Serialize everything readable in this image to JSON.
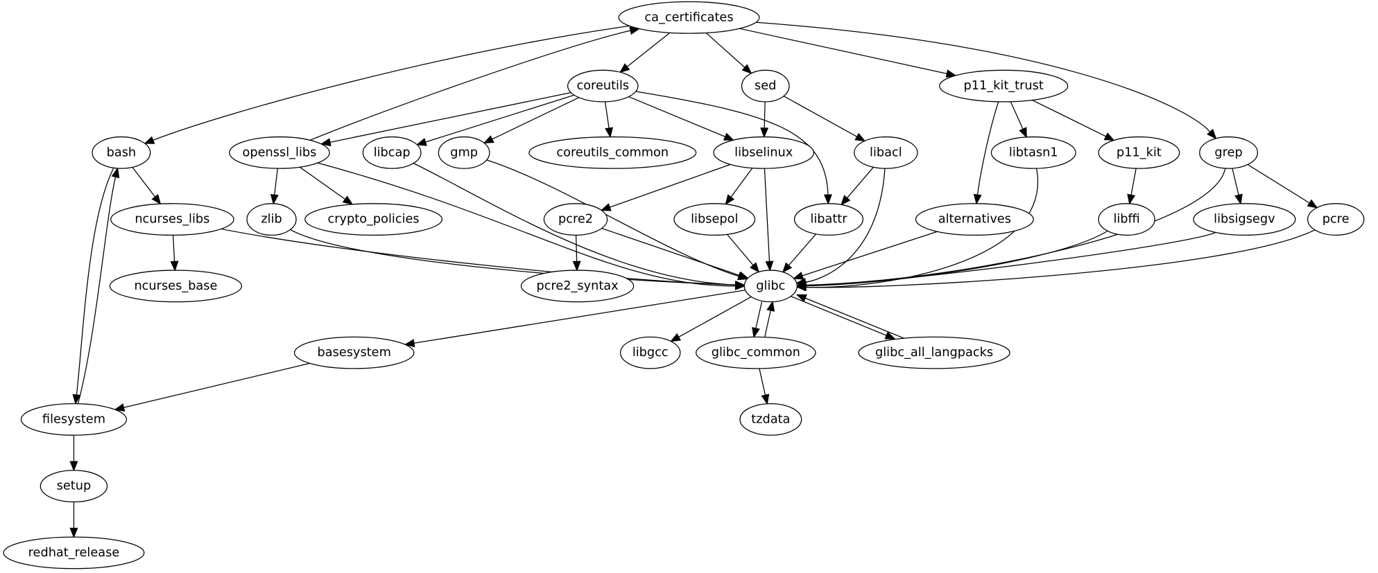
{
  "title": "Package dependency graph",
  "nodes": [
    {
      "id": "ca_certificates",
      "label": "ca_certificates"
    },
    {
      "id": "coreutils",
      "label": "coreutils"
    },
    {
      "id": "sed",
      "label": "sed"
    },
    {
      "id": "p11_kit_trust",
      "label": "p11_kit_trust"
    },
    {
      "id": "bash",
      "label": "bash"
    },
    {
      "id": "openssl_libs",
      "label": "openssl_libs"
    },
    {
      "id": "libcap",
      "label": "libcap"
    },
    {
      "id": "gmp",
      "label": "gmp"
    },
    {
      "id": "coreutils_common",
      "label": "coreutils_common"
    },
    {
      "id": "libselinux",
      "label": "libselinux"
    },
    {
      "id": "libacl",
      "label": "libacl"
    },
    {
      "id": "libtasn1",
      "label": "libtasn1"
    },
    {
      "id": "p11_kit",
      "label": "p11_kit"
    },
    {
      "id": "grep",
      "label": "grep"
    },
    {
      "id": "ncurses_libs",
      "label": "ncurses_libs"
    },
    {
      "id": "zlib",
      "label": "zlib"
    },
    {
      "id": "crypto_policies",
      "label": "crypto_policies"
    },
    {
      "id": "pcre2",
      "label": "pcre2"
    },
    {
      "id": "libsepol",
      "label": "libsepol"
    },
    {
      "id": "libattr",
      "label": "libattr"
    },
    {
      "id": "alternatives",
      "label": "alternatives"
    },
    {
      "id": "libffi",
      "label": "libffi"
    },
    {
      "id": "libsigsegv",
      "label": "libsigsegv"
    },
    {
      "id": "pcre",
      "label": "pcre"
    },
    {
      "id": "ncurses_base",
      "label": "ncurses_base"
    },
    {
      "id": "pcre2_syntax",
      "label": "pcre2_syntax"
    },
    {
      "id": "glibc",
      "label": "glibc"
    },
    {
      "id": "basesystem",
      "label": "basesystem"
    },
    {
      "id": "libgcc",
      "label": "libgcc"
    },
    {
      "id": "glibc_common",
      "label": "glibc_common"
    },
    {
      "id": "glibc_all_langpacks",
      "label": "glibc_all_langpacks"
    },
    {
      "id": "tzdata",
      "label": "tzdata"
    },
    {
      "id": "filesystem",
      "label": "filesystem"
    },
    {
      "id": "setup",
      "label": "setup"
    },
    {
      "id": "redhat_release",
      "label": "redhat_release"
    }
  ],
  "edges": [
    {
      "from": "ca_certificates",
      "to": "bash"
    },
    {
      "from": "ca_certificates",
      "to": "coreutils"
    },
    {
      "from": "ca_certificates",
      "to": "sed"
    },
    {
      "from": "ca_certificates",
      "to": "p11_kit_trust"
    },
    {
      "from": "ca_certificates",
      "to": "grep"
    },
    {
      "from": "openssl_libs",
      "to": "ca_certificates"
    },
    {
      "from": "coreutils",
      "to": "openssl_libs"
    },
    {
      "from": "coreutils",
      "to": "libcap"
    },
    {
      "from": "coreutils",
      "to": "gmp"
    },
    {
      "from": "coreutils",
      "to": "coreutils_common"
    },
    {
      "from": "coreutils",
      "to": "libselinux"
    },
    {
      "from": "coreutils",
      "to": "libattr"
    },
    {
      "from": "sed",
      "to": "libselinux"
    },
    {
      "from": "sed",
      "to": "libacl"
    },
    {
      "from": "p11_kit_trust",
      "to": "alternatives"
    },
    {
      "from": "p11_kit_trust",
      "to": "libtasn1"
    },
    {
      "from": "p11_kit_trust",
      "to": "p11_kit"
    },
    {
      "from": "bash",
      "to": "ncurses_libs"
    },
    {
      "from": "bash",
      "to": "filesystem"
    },
    {
      "from": "filesystem",
      "to": "bash"
    },
    {
      "from": "openssl_libs",
      "to": "zlib"
    },
    {
      "from": "openssl_libs",
      "to": "crypto_policies"
    },
    {
      "from": "openssl_libs",
      "to": "glibc"
    },
    {
      "from": "libcap",
      "to": "glibc"
    },
    {
      "from": "gmp",
      "to": "glibc"
    },
    {
      "from": "libselinux",
      "to": "pcre2"
    },
    {
      "from": "libselinux",
      "to": "libsepol"
    },
    {
      "from": "libselinux",
      "to": "glibc"
    },
    {
      "from": "libacl",
      "to": "libattr"
    },
    {
      "from": "libacl",
      "to": "glibc"
    },
    {
      "from": "libtasn1",
      "to": "glibc"
    },
    {
      "from": "p11_kit",
      "to": "libffi"
    },
    {
      "from": "grep",
      "to": "libsigsegv"
    },
    {
      "from": "grep",
      "to": "pcre"
    },
    {
      "from": "grep",
      "to": "glibc"
    },
    {
      "from": "ncurses_libs",
      "to": "ncurses_base"
    },
    {
      "from": "ncurses_libs",
      "to": "glibc"
    },
    {
      "from": "zlib",
      "to": "glibc"
    },
    {
      "from": "pcre2",
      "to": "pcre2_syntax"
    },
    {
      "from": "pcre2",
      "to": "glibc"
    },
    {
      "from": "libsepol",
      "to": "glibc"
    },
    {
      "from": "libattr",
      "to": "glibc"
    },
    {
      "from": "alternatives",
      "to": "glibc"
    },
    {
      "from": "libffi",
      "to": "glibc"
    },
    {
      "from": "libsigsegv",
      "to": "glibc"
    },
    {
      "from": "pcre",
      "to": "glibc"
    },
    {
      "from": "glibc",
      "to": "basesystem"
    },
    {
      "from": "glibc",
      "to": "libgcc"
    },
    {
      "from": "glibc",
      "to": "glibc_common"
    },
    {
      "from": "glibc_common",
      "to": "glibc"
    },
    {
      "from": "glibc",
      "to": "glibc_all_langpacks"
    },
    {
      "from": "glibc_all_langpacks",
      "to": "glibc"
    },
    {
      "from": "glibc_common",
      "to": "tzdata"
    },
    {
      "from": "basesystem",
      "to": "filesystem"
    },
    {
      "from": "filesystem",
      "to": "setup"
    },
    {
      "from": "setup",
      "to": "redhat_release"
    }
  ]
}
